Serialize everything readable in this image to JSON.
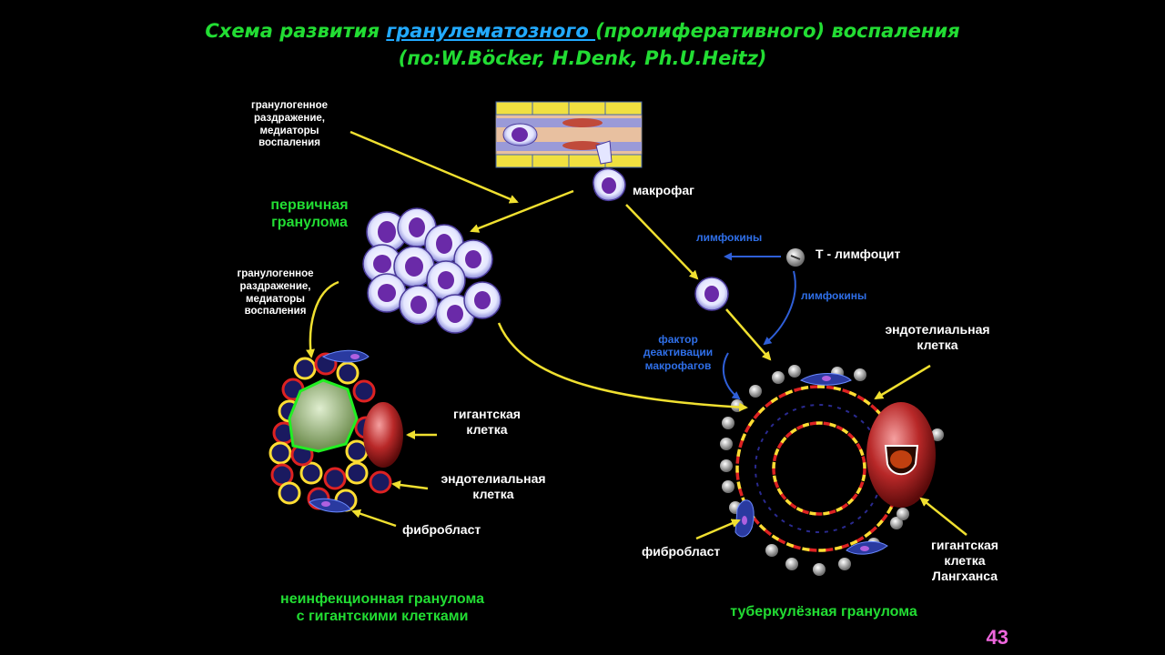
{
  "title": {
    "line1_prefix": "Схема развития ",
    "line1_highlight": "гранулематозного ",
    "line1_suffix": "(пролиферативного) воспаления",
    "line2": "(по:W.Böcker, H.Denk, Ph.U.Heitz)"
  },
  "labels": {
    "irritation_top": "гранулогенное\nраздражение,\nмедиаторы\nвоспаления",
    "irritation_left": "гранулогенное\nраздражение,\nмедиаторы\nвоспаления",
    "macrophage": "макрофаг",
    "primary_granuloma": "первичная\nгранулома",
    "lymphokines_1": "лимфокины",
    "lymphokines_2": "лимфокины",
    "t_lymphocyte": "Т - лимфоцит",
    "deactivation_factor": "фактор\nдеактивации\nмакрофагов",
    "endothelial_right": "эндотелиальная\nклетка",
    "giant_cell_left": "гигантская\nклетка",
    "endothelial_left": "эндотелиальная\nклетка",
    "fibroblast_left": "фибробласт",
    "fibroblast_right": "фибробласт",
    "langhans": "гигантская\nклетка\nЛангханса",
    "noninfectious": "неинфекционная гранулома\nс гигантскими клетками",
    "tuberculous": "туберкулёзная гранулома"
  },
  "page_number": "43",
  "colors": {
    "title_green": "#22dd33",
    "title_blue": "#22aaff",
    "arrow_yellow": "#f0e030",
    "arrow_blue": "#2f5fd8",
    "cell_purple": "#6a2aa8",
    "page_number": "#ee66dd"
  }
}
